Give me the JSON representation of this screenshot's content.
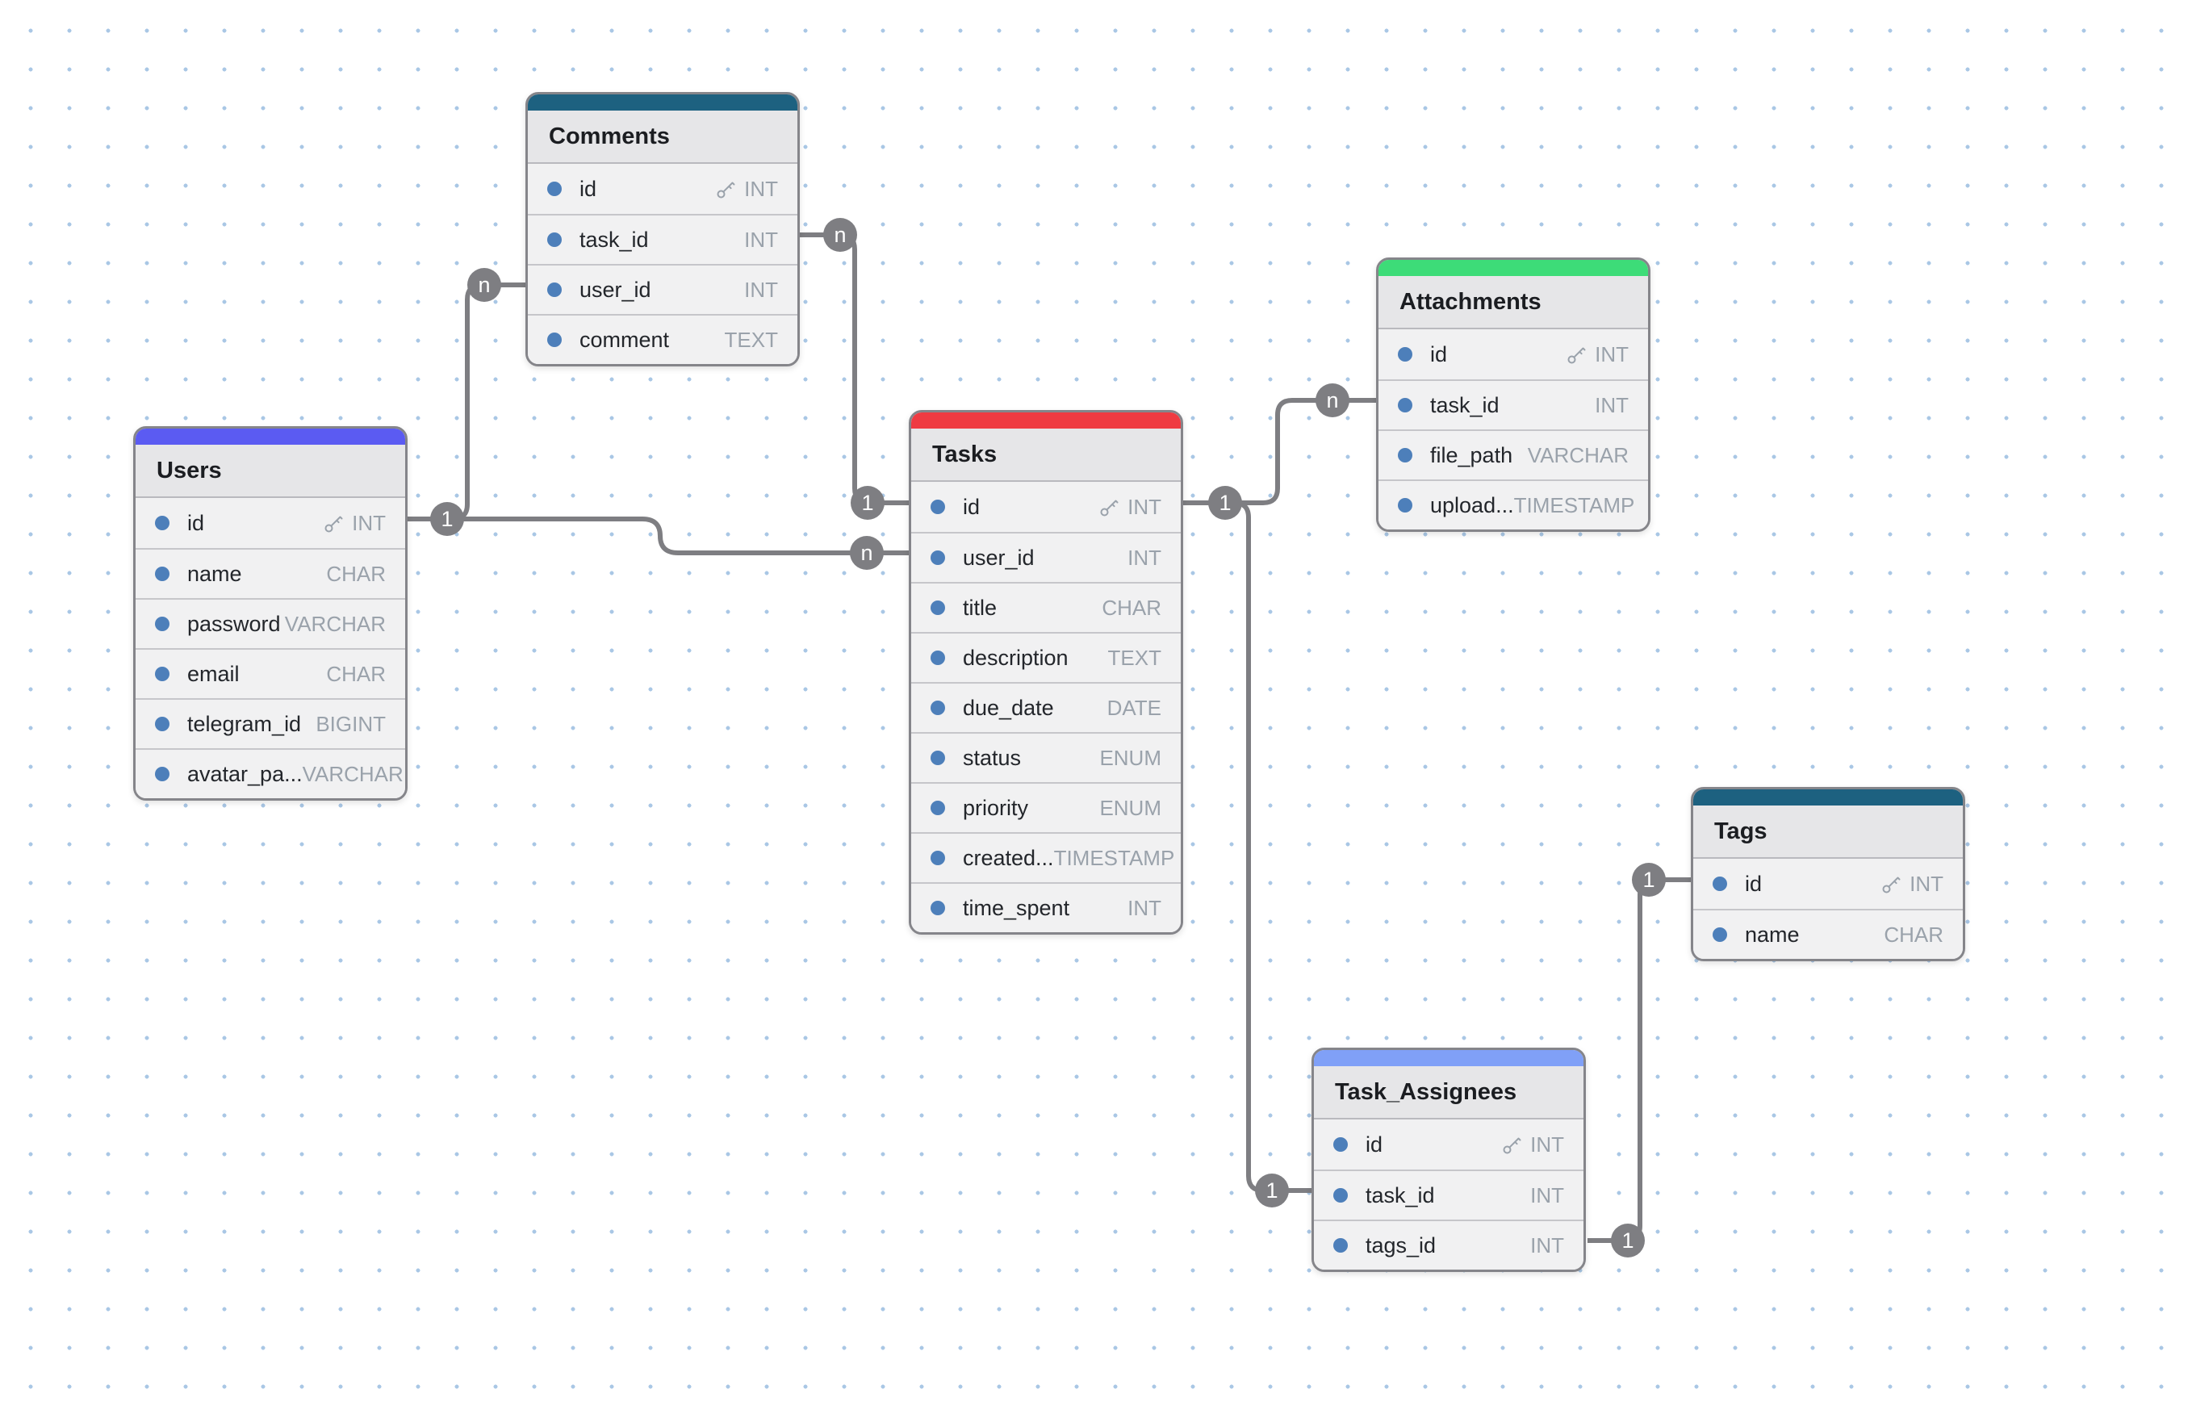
{
  "diagram": {
    "kind": "database-er-diagram",
    "grid_dot_color": "#a9c7e5",
    "wire_color": "#7e7e82"
  },
  "tables": [
    {
      "name": "Users",
      "color": "#5b5bf2",
      "fields": [
        {
          "name": "id",
          "type": "INT",
          "key": true
        },
        {
          "name": "name",
          "type": "CHAR",
          "key": false
        },
        {
          "name": "password",
          "type": "VARCHAR",
          "key": false
        },
        {
          "name": "email",
          "type": "CHAR",
          "key": false
        },
        {
          "name": "telegram_id",
          "type": "BIGINT",
          "key": false
        },
        {
          "name": "avatar_pa...",
          "type": "VARCHAR",
          "key": false
        }
      ]
    },
    {
      "name": "Comments",
      "color": "#1d6180",
      "fields": [
        {
          "name": "id",
          "type": "INT",
          "key": true
        },
        {
          "name": "task_id",
          "type": "INT",
          "key": false
        },
        {
          "name": "user_id",
          "type": "INT",
          "key": false
        },
        {
          "name": "comment",
          "type": "TEXT",
          "key": false
        }
      ]
    },
    {
      "name": "Tasks",
      "color": "#ef3b42",
      "fields": [
        {
          "name": "id",
          "type": "INT",
          "key": true
        },
        {
          "name": "user_id",
          "type": "INT",
          "key": false
        },
        {
          "name": "title",
          "type": "CHAR",
          "key": false
        },
        {
          "name": "description",
          "type": "TEXT",
          "key": false
        },
        {
          "name": "due_date",
          "type": "DATE",
          "key": false
        },
        {
          "name": "status",
          "type": "ENUM",
          "key": false
        },
        {
          "name": "priority",
          "type": "ENUM",
          "key": false
        },
        {
          "name": "created...",
          "type": "TIMESTAMP",
          "key": false
        },
        {
          "name": "time_spent",
          "type": "INT",
          "key": false
        }
      ]
    },
    {
      "name": "Attachments",
      "color": "#3ddc78",
      "fields": [
        {
          "name": "id",
          "type": "INT",
          "key": true
        },
        {
          "name": "task_id",
          "type": "INT",
          "key": false
        },
        {
          "name": "file_path",
          "type": "VARCHAR",
          "key": false
        },
        {
          "name": "upload...",
          "type": "TIMESTAMP",
          "key": false
        }
      ]
    },
    {
      "name": "Tags",
      "color": "#1d6180",
      "fields": [
        {
          "name": "id",
          "type": "INT",
          "key": true
        },
        {
          "name": "name",
          "type": "CHAR",
          "key": false
        }
      ]
    },
    {
      "name": "Task_Assignees",
      "color": "#80a0f7",
      "fields": [
        {
          "name": "id",
          "type": "INT",
          "key": true
        },
        {
          "name": "task_id",
          "type": "INT",
          "key": false
        },
        {
          "name": "tags_id",
          "type": "INT",
          "key": false
        }
      ]
    }
  ],
  "relationships": [
    {
      "from": "Users.id",
      "to": "Comments.user_id",
      "from_label": "1",
      "to_label": "n"
    },
    {
      "from": "Users.id",
      "to": "Tasks.user_id",
      "from_label": "1",
      "to_label": "n"
    },
    {
      "from": "Tasks.id",
      "to": "Comments.task_id",
      "from_label": "1",
      "to_label": "n"
    },
    {
      "from": "Tasks.id",
      "to": "Attachments.task_id",
      "from_label": "1",
      "to_label": "n"
    },
    {
      "from": "Tasks.id",
      "to": "Task_Assignees.task_id",
      "from_label": "1",
      "to_label": "1"
    },
    {
      "from": "Tags.id",
      "to": "Task_Assignees.tags_id",
      "from_label": "1",
      "to_label": "1"
    }
  ]
}
